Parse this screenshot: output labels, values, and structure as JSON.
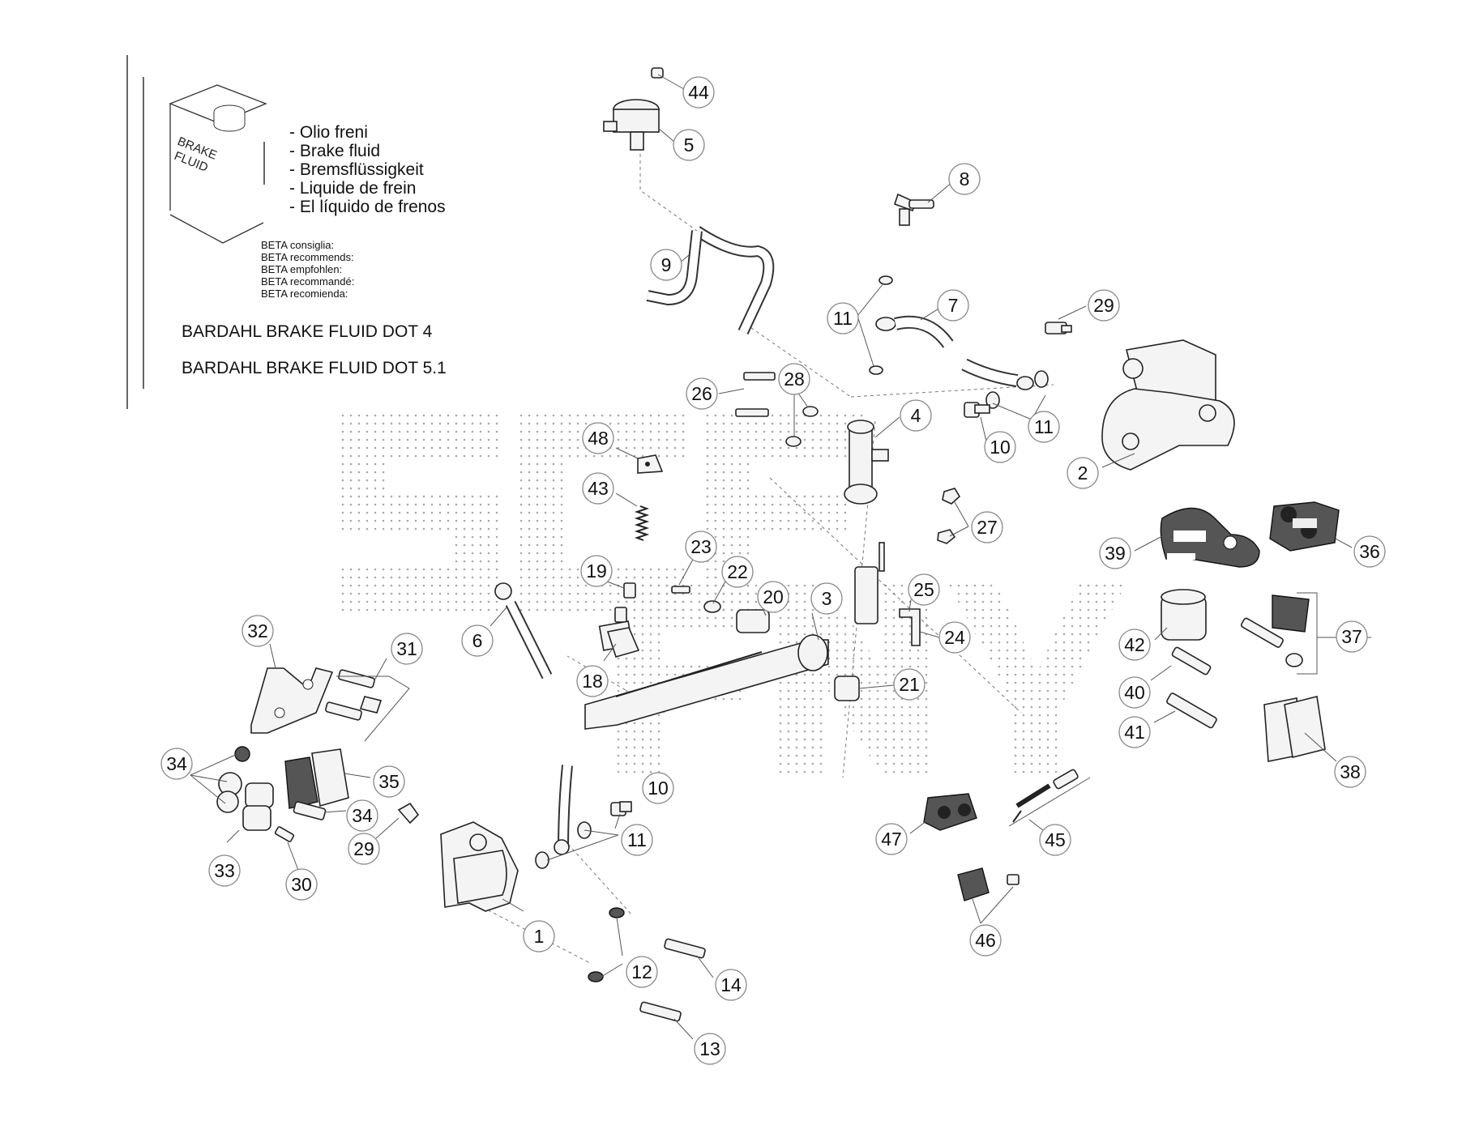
{
  "legend": {
    "box_label_line1": "BRAKE",
    "box_label_line2": "FLUID",
    "languages": [
      "- Olio freni",
      "- Brake fluid",
      "- Bremsflüssigkeit",
      "- Liquide de frein",
      "- El líquido de frenos"
    ],
    "recommends": [
      "BETA consiglia:",
      "BETA recommends:",
      "BETA empfohlen:",
      "BETA recommandé:",
      "BETA recomienda:"
    ],
    "products": [
      "BARDAHL BRAKE FLUID DOT 4",
      "BARDAHL BRAKE FLUID DOT 5.1"
    ]
  },
  "callouts": [
    "44",
    "5",
    "8",
    "9",
    "11",
    "7",
    "29",
    "26",
    "28",
    "4",
    "11",
    "10",
    "2",
    "48",
    "43",
    "27",
    "39",
    "36",
    "23",
    "19",
    "22",
    "20",
    "3",
    "25",
    "6",
    "24",
    "42",
    "37",
    "32",
    "31",
    "18",
    "21",
    "40",
    "41",
    "38",
    "34",
    "35",
    "10",
    "34",
    "11",
    "29",
    "47",
    "45",
    "33",
    "30",
    "1",
    "46",
    "12",
    "14",
    "13"
  ]
}
